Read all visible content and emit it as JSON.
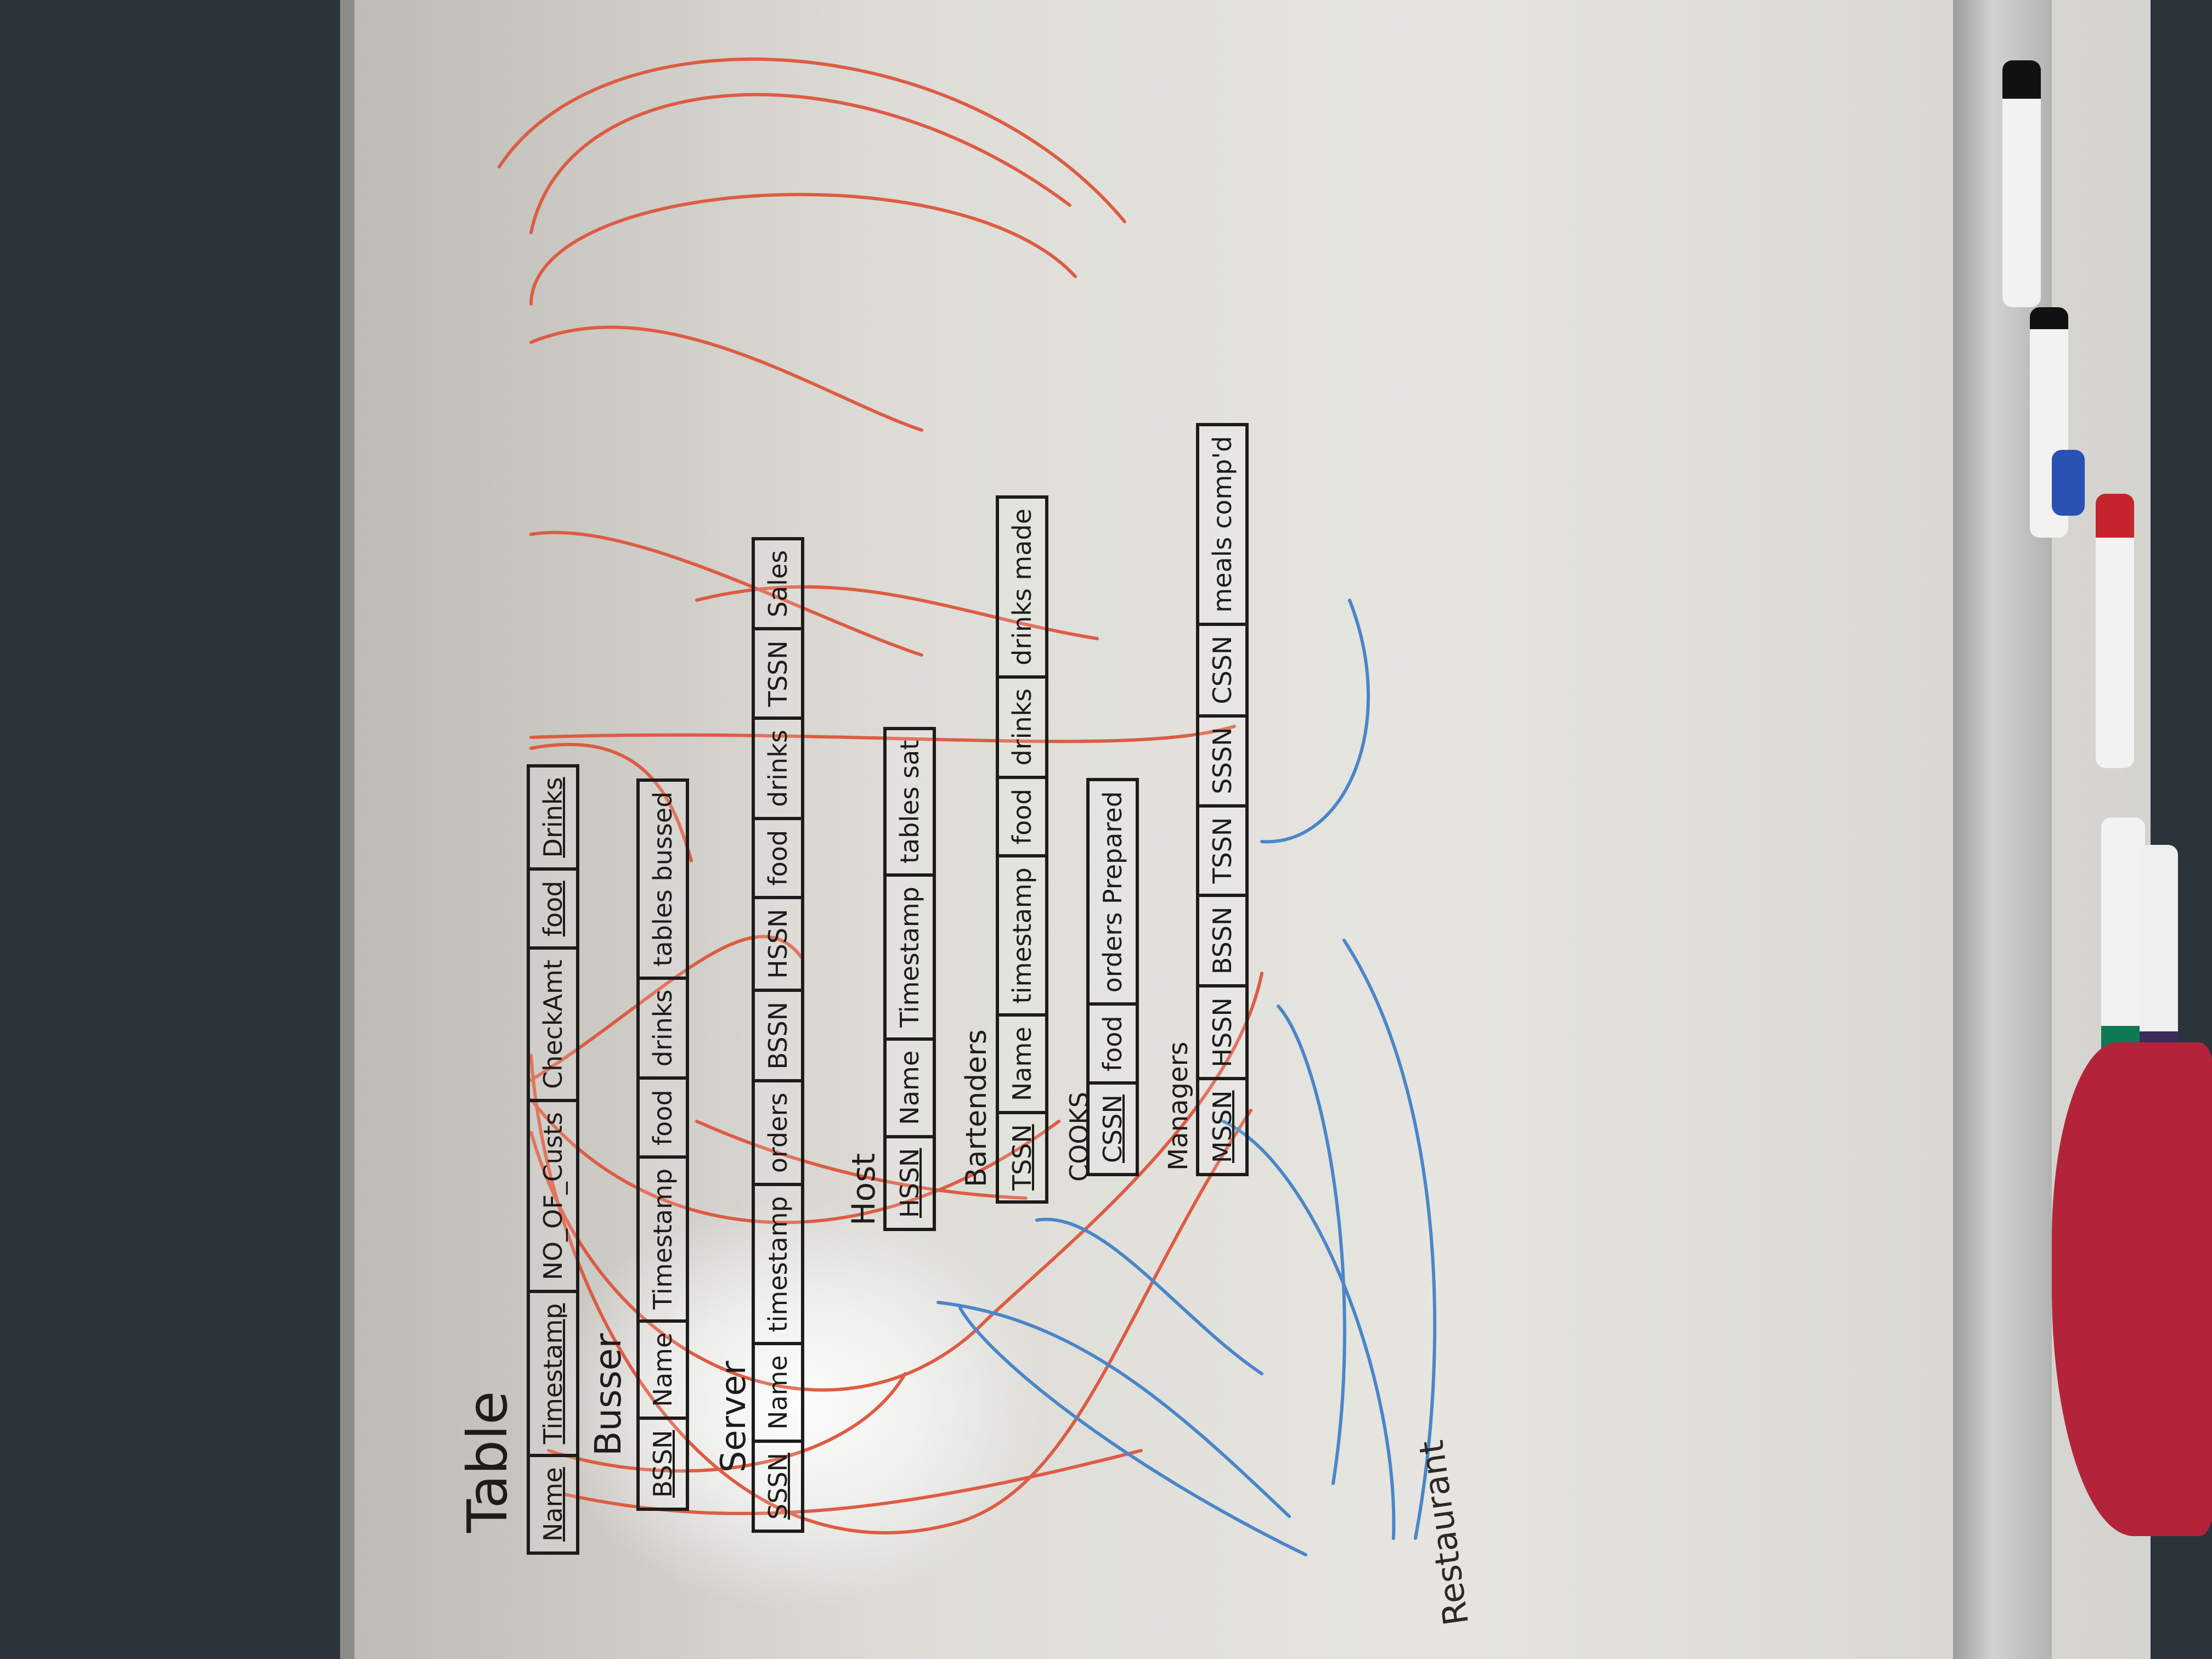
{
  "board": {
    "caption": "Restaurant"
  },
  "colors": {
    "red_ink": "#dd5c43",
    "blue_ink": "#4a86c8",
    "black_ink": "#1d1c1a",
    "board_surface": "#e4e3de",
    "wall": "#2b333b"
  },
  "tables": [
    {
      "name": "Table",
      "fields": [
        {
          "label": "Name",
          "key": true
        },
        {
          "label": "Timestamp",
          "key": true
        },
        {
          "label": "NO_OF_Custs",
          "key": false
        },
        {
          "label": "CheckAmt",
          "key": false
        },
        {
          "label": "food",
          "key": true
        },
        {
          "label": "Drinks",
          "key": true
        }
      ]
    },
    {
      "name": "Busser",
      "fields": [
        {
          "label": "BSSN",
          "key": true
        },
        {
          "label": "Name",
          "key": false
        },
        {
          "label": "Timestamp",
          "key": false
        },
        {
          "label": "food",
          "key": false
        },
        {
          "label": "drinks",
          "key": false
        },
        {
          "label": "tables bussed",
          "key": false
        }
      ]
    },
    {
      "name": "Server",
      "fields": [
        {
          "label": "SSSN",
          "key": true
        },
        {
          "label": "Name",
          "key": false
        },
        {
          "label": "timestamp",
          "key": false
        },
        {
          "label": "orders",
          "key": false
        },
        {
          "label": "BSSN",
          "key": false
        },
        {
          "label": "HSSN",
          "key": false
        },
        {
          "label": "food",
          "key": false
        },
        {
          "label": "drinks",
          "key": false
        },
        {
          "label": "TSSN",
          "key": false
        },
        {
          "label": "Sales",
          "key": false
        }
      ]
    },
    {
      "name": "Host",
      "fields": [
        {
          "label": "HSSN",
          "key": true
        },
        {
          "label": "Name",
          "key": false
        },
        {
          "label": "Timestamp",
          "key": false
        },
        {
          "label": "tables sat",
          "key": false
        }
      ]
    },
    {
      "name": "Bartenders",
      "fields": [
        {
          "label": "TSSN",
          "key": true
        },
        {
          "label": "Name",
          "key": false
        },
        {
          "label": "timestamp",
          "key": false
        },
        {
          "label": "food",
          "key": false
        },
        {
          "label": "drinks",
          "key": false
        },
        {
          "label": "drinks made",
          "key": false
        }
      ]
    },
    {
      "name": "COOKS",
      "fields": [
        {
          "label": "CSSN",
          "key": true
        },
        {
          "label": "food",
          "key": false
        },
        {
          "label": "orders Prepared",
          "key": false
        }
      ]
    },
    {
      "name": "Managers",
      "fields": [
        {
          "label": "MSSN",
          "key": true
        },
        {
          "label": "HSSN",
          "key": false
        },
        {
          "label": "BSSN",
          "key": false
        },
        {
          "label": "TSSN",
          "key": false
        },
        {
          "label": "SSSN",
          "key": false
        },
        {
          "label": "CSSN",
          "key": false
        },
        {
          "label": "meals comp'd",
          "key": false
        }
      ]
    }
  ]
}
